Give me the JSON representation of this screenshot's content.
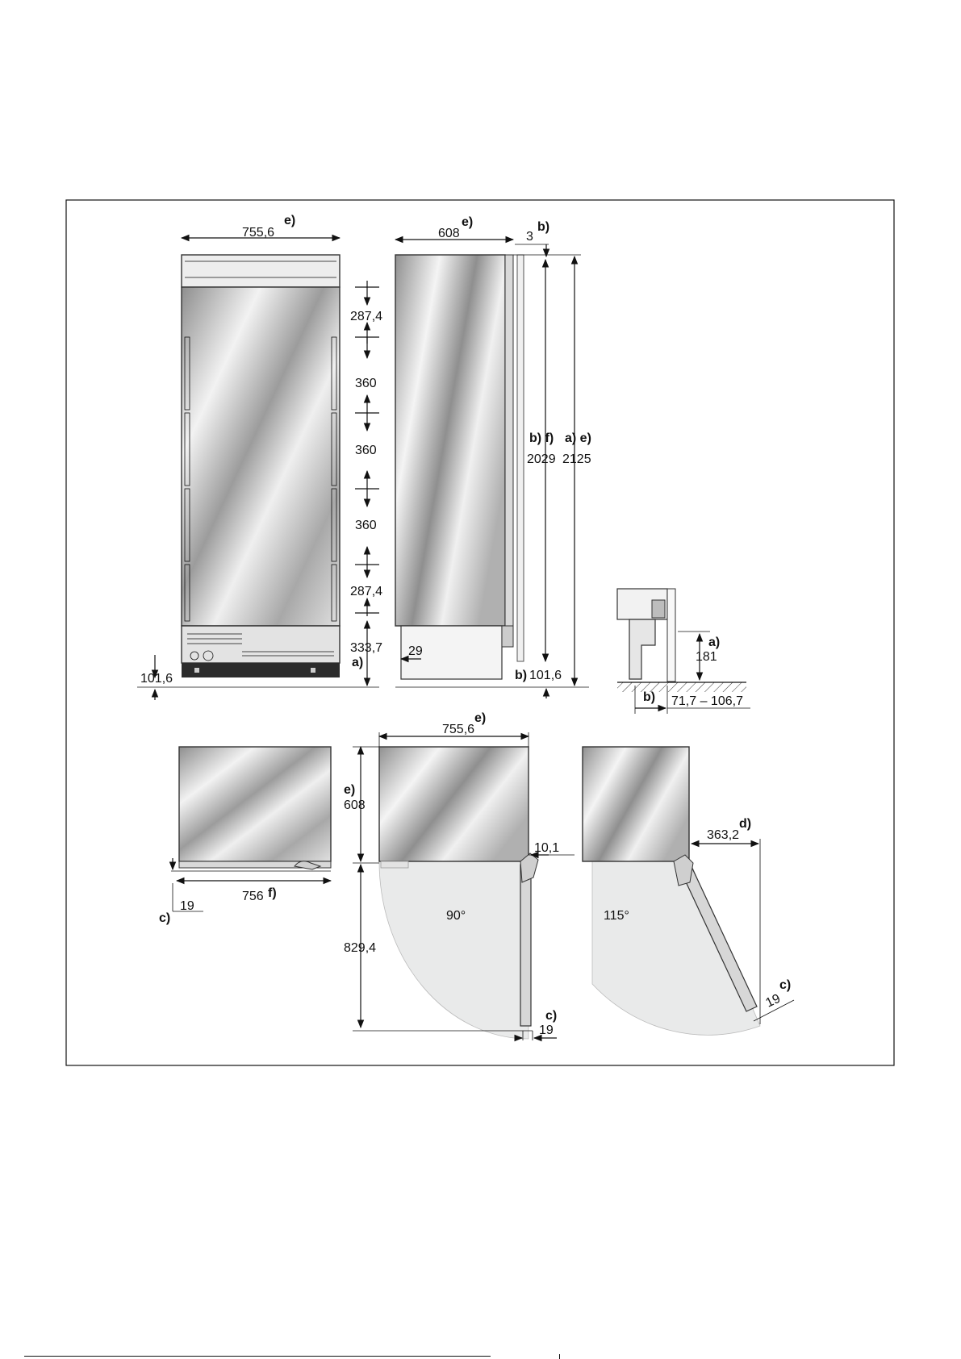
{
  "colors": {
    "line": "#111111",
    "panel_light": "#f4f4f4",
    "panel_dark": "#9a9a9a",
    "swing": "#e9eaea",
    "base": "#2b2b2b"
  },
  "front_view": {
    "width": {
      "value": "755,6",
      "note": "e)"
    },
    "hinge_spacing": [
      "287,4",
      "360",
      "360",
      "360",
      "287,4"
    ],
    "base_height": {
      "value": "333,7",
      "note": "a)"
    },
    "plinth": "101,6"
  },
  "side_view": {
    "depth": {
      "value": "608",
      "note": "e)"
    },
    "gap": {
      "value": "3",
      "note": "b)"
    },
    "toe_kick": "29",
    "height_door": {
      "note": "b) f)",
      "value": "2029"
    },
    "height_total": {
      "note": "a) e)",
      "value": "2125"
    },
    "bottom": {
      "note": "b)",
      "value": "101,6"
    }
  },
  "detail_view": {
    "height": {
      "value": "181",
      "note": "a)"
    },
    "range": {
      "note": "b)",
      "value": "71,7 – 106,7"
    }
  },
  "top_view_closed": {
    "width": {
      "value": "756",
      "note": "f)"
    },
    "panel": {
      "note": "c)",
      "value": "19"
    }
  },
  "top_view_90": {
    "width": {
      "value": "755,6",
      "note": "e)"
    },
    "depth": {
      "note": "e)",
      "value": "608"
    },
    "offset": "10,1",
    "swing_depth": "829,4",
    "angle": "90°",
    "panel": {
      "note": "c)",
      "value": "19"
    }
  },
  "top_view_115": {
    "angle": "115°",
    "clearance": {
      "value": "363,2",
      "note": "d)"
    },
    "panel": {
      "note": "c)",
      "value": "19"
    }
  }
}
